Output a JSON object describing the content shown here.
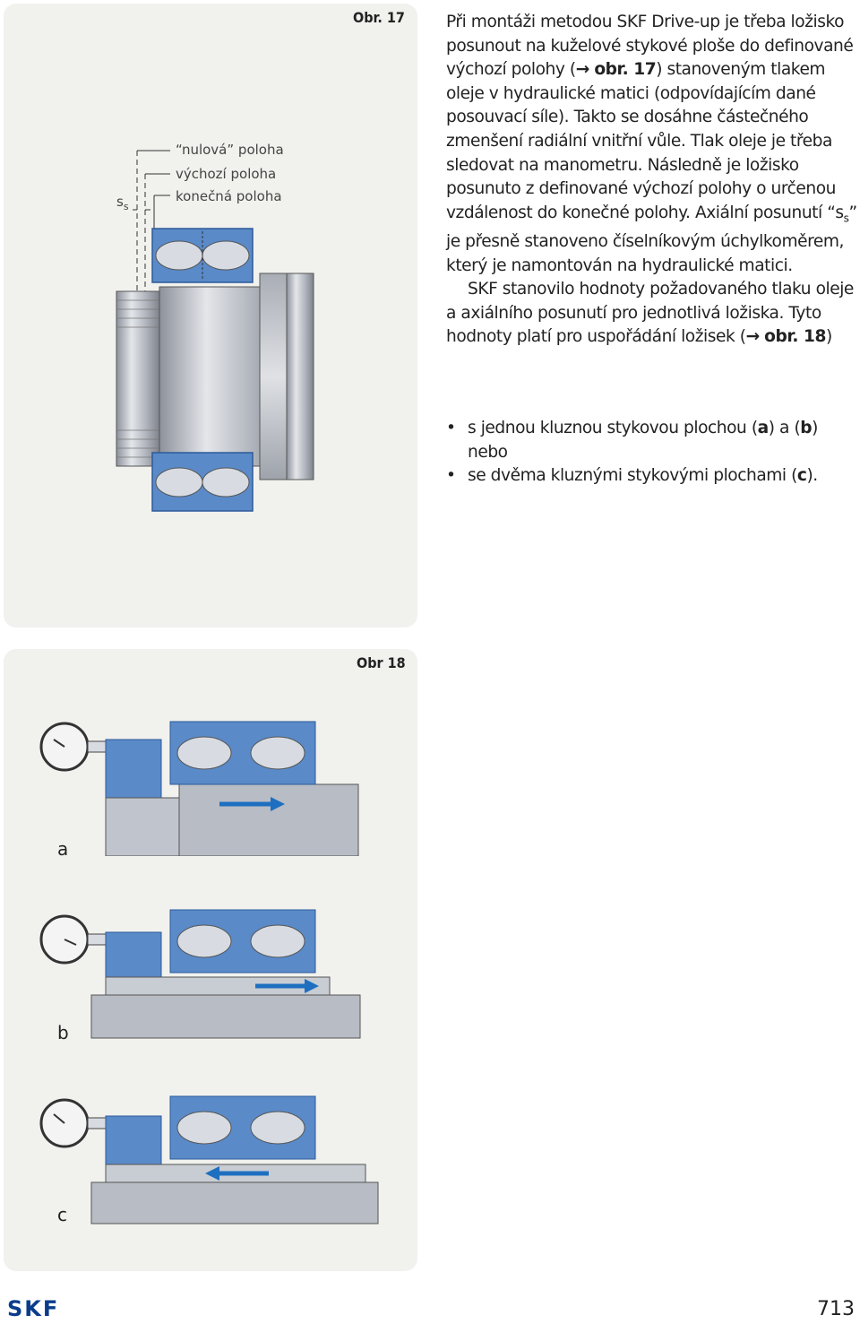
{
  "fig17": {
    "label": "Obr. 17",
    "legend": {
      "zero_label": "“nulová” poloha",
      "start_label": "výchozí poloha",
      "end_label": "konečná poloha",
      "ss_main": "s",
      "ss_sub": "s"
    }
  },
  "text": {
    "p1_a": "Při montáži metodou SKF Drive-up je třeba ložisko posunout na kuželové stykové ploše do definované výchozí polohy (",
    "arrow": "→",
    "ref17": "obr. 17",
    "p1_b": ") stanoveným tlakem oleje v hydraulické matici (odpovídajícím dané posouvací síle). Takto se dosáhne částečného zmenšení radiální vnitřní vůle. Tlak oleje je třeba sledovat na manometru. Následně je ložisko posunuto z definované výchozí polohy o určenou vzdálenost do konečné polohy. Axiální posunutí “s",
    "p1_sub": "s",
    "p1_c": "” je přesně stanoveno číselníkovým úchylkoměrem, který je namontován na hydraulické matici.",
    "p2_a": "SKF stanovilo hodnoty požadovaného tlaku oleje a axiálního posunutí pro jednotlivá ložiska. Tyto hodnoty platí pro uspořádání ložisek (",
    "ref18": "obr. 18",
    "p2_b": ")",
    "bullets": [
      {
        "pre": "s jednou kluznou stykovou plochou (",
        "k1": "a",
        "mid": ") a (",
        "k2": "b",
        "post": ") nebo"
      },
      {
        "pre": "se dvěma kluznými stykovými plochami (",
        "k1": "c",
        "post": ")."
      }
    ]
  },
  "fig18": {
    "label": "Obr 18",
    "sub_a": "a",
    "sub_b": "b",
    "sub_c": "c"
  },
  "footer": {
    "logo": "SKF",
    "page_number": "713"
  },
  "colors": {
    "blue": "#5a8ac8",
    "blue_dark": "#2c5a9a",
    "steel": "#b8bcc4",
    "panel": "#f1f1ee",
    "arrow_blue": "#1e6fc0"
  }
}
